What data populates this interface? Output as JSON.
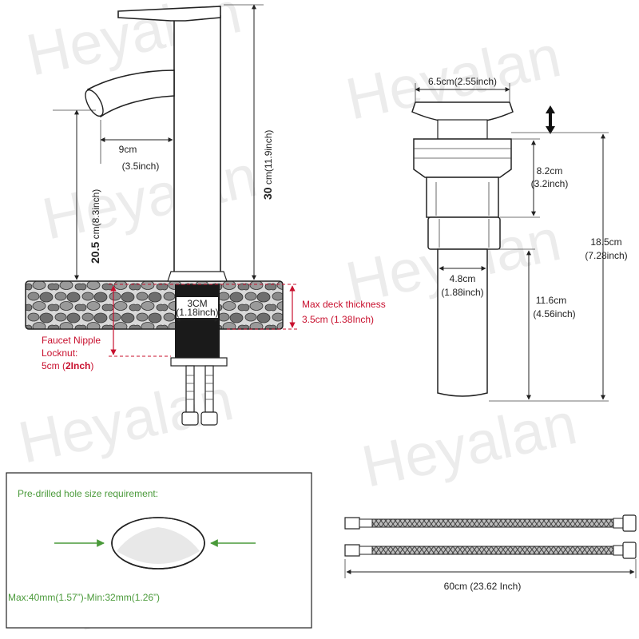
{
  "watermark": "Heyalan",
  "faucet": {
    "spout_reach": "9cm",
    "spout_reach_in": "(3.5inch)",
    "total_height_bold": "30",
    "total_height_rest": "cm(11.9inch)",
    "spout_height_bold": "20.5",
    "spout_height_rest": "cm(8.3inch)",
    "base_dia": "3CM",
    "base_dia_in": "(1.18inch)",
    "deck_title": "Max deck thickness",
    "deck_value": "3.5cm (1.38Inch)",
    "nipple_line1": "Faucet Nipple",
    "nipple_line2": "Locknut:",
    "nipple_value_plain": "5cm (",
    "nipple_value_bold": "2Inch",
    "nipple_value_close": ")"
  },
  "drain": {
    "top_dia": "6.5cm(2.55inch)",
    "upper_height": "8.2cm",
    "upper_height_in": "(3.2inch)",
    "total_height": "18.5cm",
    "total_height_in": "(7.28inch)",
    "pipe_dia": "4.8cm",
    "pipe_dia_in": "(1.88inch)",
    "pipe_length": "11.6cm",
    "pipe_length_in": "(4.56inch)"
  },
  "hole": {
    "title": "Pre-drilled hole size requirement:",
    "range": "Max:40mm(1.57”)-Min:32mm(1.26”)"
  },
  "hoses": {
    "length": "60cm (23.62 Inch)"
  },
  "colors": {
    "accent_red": "#c8102e",
    "accent_green": "#4a9a3a"
  }
}
